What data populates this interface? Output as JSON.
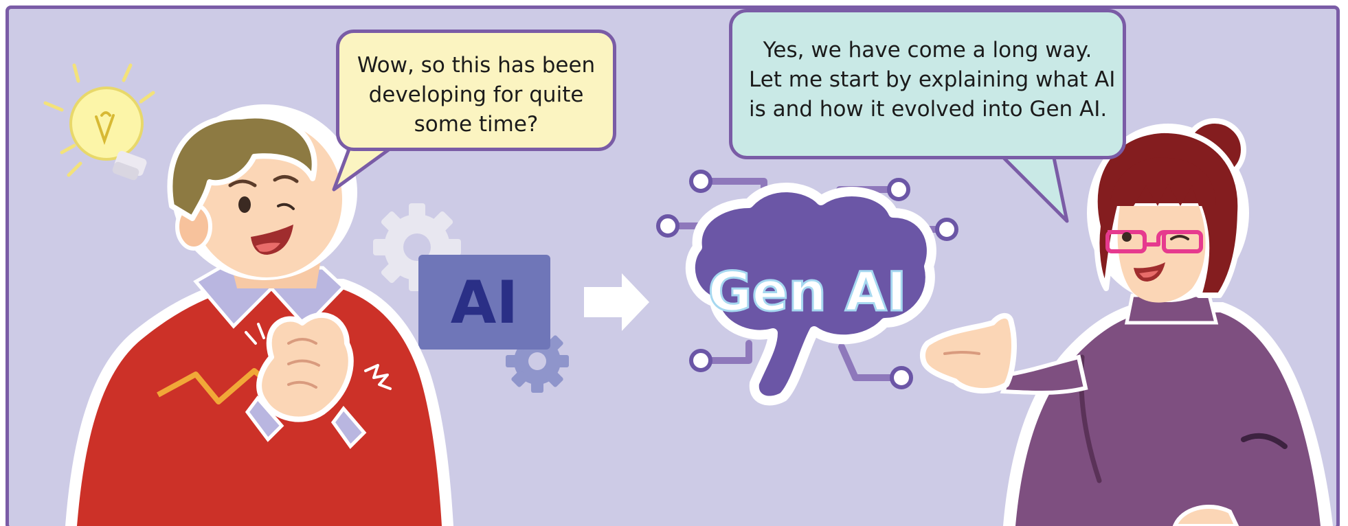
{
  "speech": {
    "man": {
      "lines": [
        "Wow, so this has been",
        "developing for quite",
        "some time?"
      ]
    },
    "woman": {
      "lines": [
        "Yes, we have come a long way.",
        "Let me start by explaining what AI",
        "is and how it evolved into Gen AI."
      ]
    }
  },
  "labels": {
    "ai": "AI",
    "gen_ai": "Gen AI"
  },
  "colors": {
    "panel_background": "#cdcbe6",
    "panel_border": "#7a5ca6",
    "man_bubble": "#fbf4c1",
    "woman_bubble": "#c9e9e6",
    "ai_card": "#6f76b8",
    "ai_text": "#2a2f86",
    "brain": "#6b56a6",
    "sweater_red": "#cc3128",
    "sweater_purple": "#7e4f80",
    "hair_woman": "#841d1f"
  },
  "icons": [
    "lightbulb-icon",
    "gear-icon",
    "arrow-right-icon",
    "circuit-node-icon",
    "brain-icon"
  ]
}
